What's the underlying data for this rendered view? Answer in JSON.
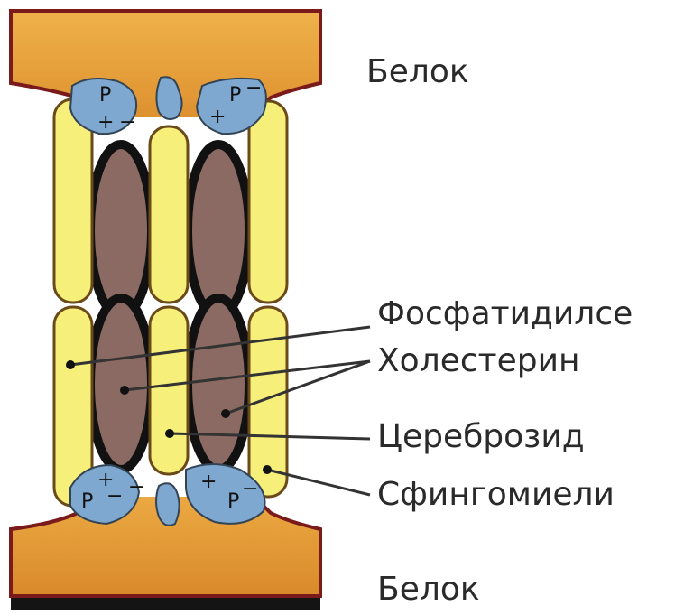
{
  "labels": {
    "protein_top": "Белок",
    "phosphatidylserine": "Фосфатидилсе",
    "cholesterol": "Холестерин",
    "cerebroside": "Цереброзид",
    "sphingomyelin": "Сфингомиели",
    "protein_bottom": "Белок"
  },
  "head_charges": {
    "phosphate": "P",
    "minus": "−",
    "plus": "+"
  },
  "colors": {
    "protein": "#e8a23c",
    "protein_dark": "#7a1a1a",
    "lipid_tail": "#f6f07a",
    "cholesterol": "#8a6a62",
    "head_group": "#7fa8d0",
    "outline": "#111111"
  }
}
